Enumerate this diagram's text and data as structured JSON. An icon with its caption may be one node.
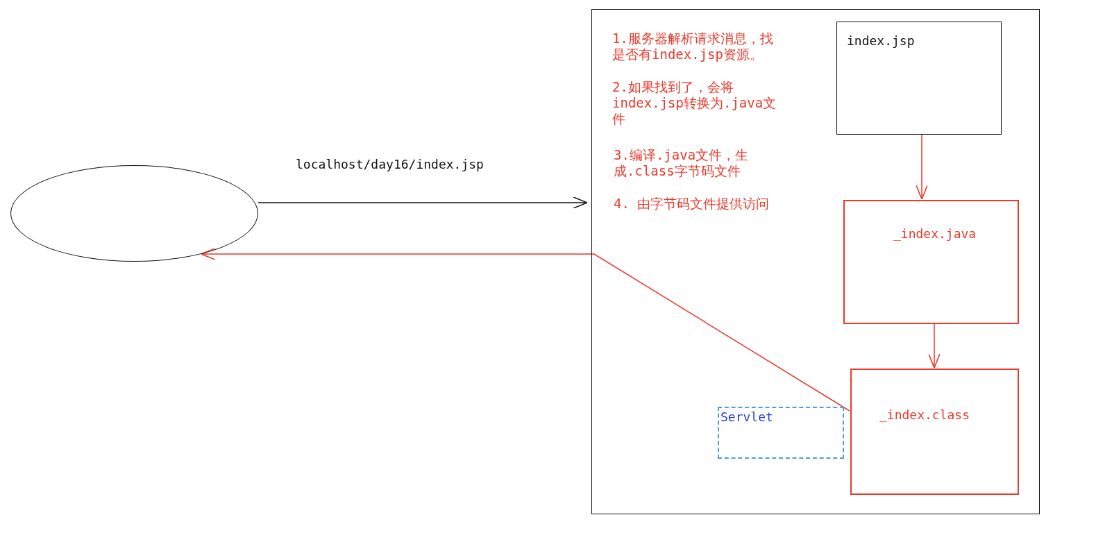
{
  "diagram": {
    "nodes": [
      {
        "text": [],
        "shape": "ellipse"
      },
      {
        "text": [],
        "shape": "box"
      },
      {
        "text": [
          "index.jsp"
        ],
        "in": 1
      },
      {
        "text": [
          "_index.java"
        ],
        "in": 1
      },
      {
        "text": [
          "_index.class"
        ],
        "in": 1
      },
      {
        "text": [
          "Servlet"
        ],
        "in": 1
      }
    ],
    "edges": [
      {
        "from": 0,
        "to": 1,
        "arrow": "to",
        "label": "localhost/day16/index.jsp",
        "color": "#111111"
      },
      {
        "from": 2,
        "to": 3,
        "arrow": "to"
      },
      {
        "from": 3,
        "to": 4,
        "arrow": "to"
      },
      {
        "from": 4,
        "to": 0,
        "arrow": "to"
      }
    ],
    "labels": [
      "1.服务器解析请求消息，找是否有index.jsp资源。",
      "2.如果找到了，会将index.jsp转换为.java文件",
      "3.编译.java文件，生成.class字节码文件",
      "4. 由字节码文件提供访问"
    ]
  }
}
